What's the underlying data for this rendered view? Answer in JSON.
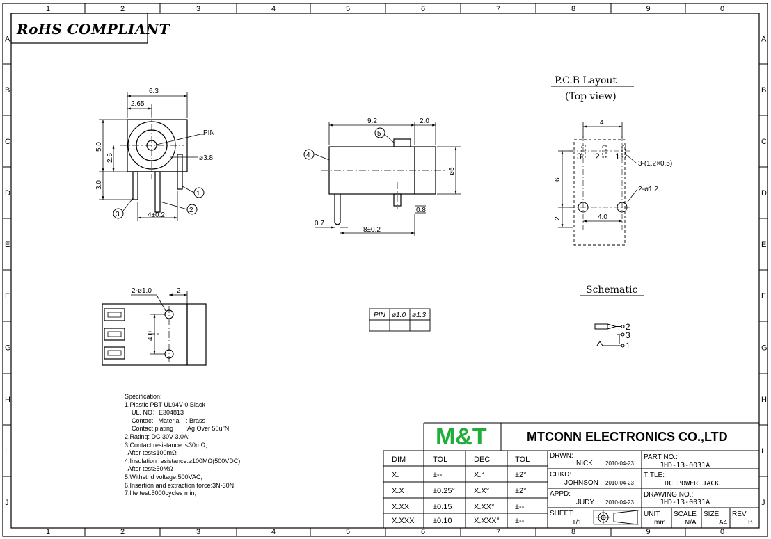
{
  "frame": {
    "columns": [
      "1",
      "2",
      "3",
      "4",
      "5",
      "6",
      "7",
      "8",
      "9",
      "0"
    ],
    "rows": [
      "A",
      "B",
      "C",
      "D",
      "E",
      "F",
      "G",
      "H",
      "I",
      "J"
    ]
  },
  "rohs": "RoHS COMPLIANT",
  "front_view": {
    "dim_width": "6.3",
    "dim_center": "2.65",
    "dim_height": "5.0",
    "dim_half": "2.5",
    "dim_leg": "3.0",
    "dim_pitch": "4±0.2",
    "pin_label": "PIN",
    "dia": "ø3.8",
    "callouts": [
      "1",
      "2",
      "3"
    ]
  },
  "side_view": {
    "dim_length": "9.2",
    "dim_front": "2.0",
    "dim_dia": "ø5",
    "dim_offset": "0.8",
    "dim_pin": "0.7",
    "dim_pitch": "8±0.2",
    "callouts": [
      "4",
      "5"
    ]
  },
  "bottom_view": {
    "dim_holes": "2-ø1.0",
    "dim_edge": "2",
    "dim_span": "4.0"
  },
  "pcb": {
    "title": "P.C.B Layout",
    "subtitle": "(Top view)",
    "dim_top": "4",
    "slot_label": "3-(1.2×0.5)",
    "hole_label": "2-ø1.2",
    "dim_side": "6",
    "dim_bottom_left": "2",
    "dim_bottom": "4.0",
    "pins": [
      "3",
      "2",
      "1"
    ]
  },
  "schematic": {
    "title": "Schematic",
    "pins": [
      "2",
      "3",
      "1"
    ]
  },
  "pin_table": [
    "PIN",
    "ø1.0",
    "ø1.3"
  ],
  "spec": [
    "Specification:",
    "1.Plastic PBT UL94V-0 Black",
    "    UL. NO：E304813",
    "    Contact   Material   : Brass",
    "    Contact plating       :Ag Over 50u\"NI",
    "2.Rating: DC 30V 3.0A;",
    "3.Contact resistance: ≤30mΩ;",
    "  After test≤100mΩ",
    "4.Insulation resistance:≥100MΩ(500VDC);",
    "  After test≥50MΩ",
    "5.Withstnd voltage:500VAC;",
    "6.Insertion and extraction force:3N-30N;",
    "7.life test:5000cycles min;"
  ],
  "title_block": {
    "logo": "M&T",
    "company": "MTCONN ELECTRONICS CO.,LTD",
    "tol_headers": [
      "DIM",
      "TOL",
      "DEC",
      "TOL"
    ],
    "tol_rows": [
      [
        "X.",
        "±--",
        "X.°",
        "±2°"
      ],
      [
        "X.X",
        "±0.25°",
        "X.X°",
        "±2°"
      ],
      [
        "X.XX",
        "±0.15",
        "X.XX°",
        "±--"
      ],
      [
        "X.XXX",
        "±0.10",
        "X.XXX°",
        "±--"
      ]
    ],
    "drwn_label": "DRWN:",
    "drwn_name": "NICK",
    "drwn_date": "2010-04-23",
    "chkd_label": "CHKD:",
    "chkd_name": "JOHNSON",
    "chkd_date": "2010-04-23",
    "appd_label": "APPD:",
    "appd_name": "JUDY",
    "appd_date": "2010-04-23",
    "sheet_label": "SHEET:",
    "sheet_value": "1/1",
    "part_label": "PART NO.:",
    "part_value": "JHD-13-0031A",
    "title_label": "TITLE:",
    "title_value": "DC POWER JACK",
    "drawing_label": "DRAWING NO.:",
    "drawing_value": "JHD-13-0031A",
    "unit_label": "UNIT",
    "unit_value": "mm",
    "scale_label": "SCALE",
    "scale_value": "N/A",
    "size_label": "SIZE",
    "size_value": "A4",
    "rev_label": "REV",
    "rev_value": "B"
  }
}
